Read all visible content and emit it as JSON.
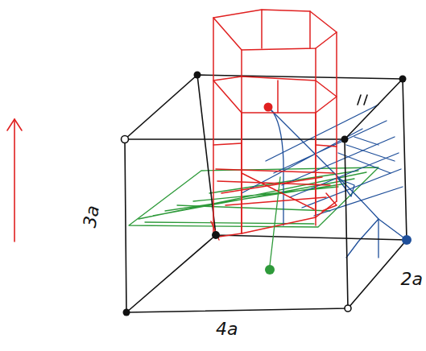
{
  "diagram": {
    "labels": [
      "3a",
      "4a",
      "2a"
    ]
  }
}
